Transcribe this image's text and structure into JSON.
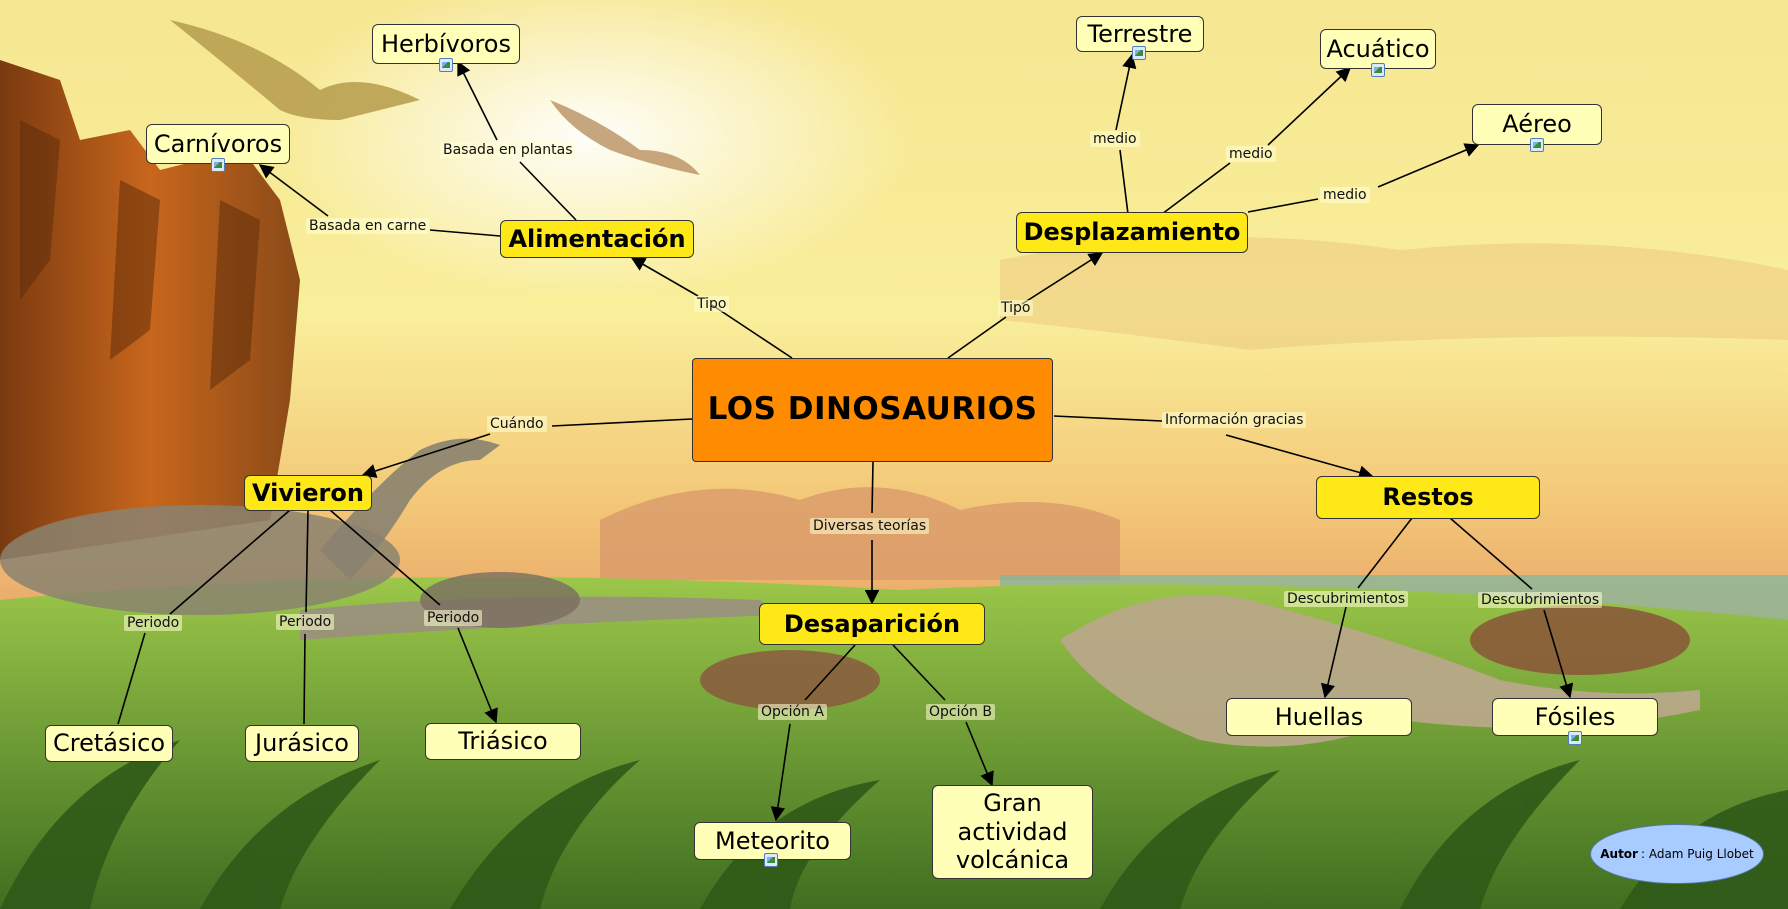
{
  "root": {
    "label": "LOS DINOSAURIOS"
  },
  "concepts": {
    "alimentacion": "Alimentación",
    "desplazamiento": "Desplazamiento",
    "vivieron": "Vivieron",
    "desaparicion": "Desaparición",
    "restos": "Restos"
  },
  "leaves": {
    "herbivoros": "Herbívoros",
    "carnivoros": "Carnívoros",
    "terrestre": "Terrestre",
    "acuatico": "Acuático",
    "aereo": "Aéreo",
    "cretasico": "Cretásico",
    "jurasico": "Jurásico",
    "triasico": "Triásico",
    "meteorito": "Meteorito",
    "volcanica": "Gran actividad volcánica",
    "huellas": "Huellas",
    "fosiles": "Fósiles"
  },
  "link_labels": {
    "tipo_alimentacion": "Tipo",
    "tipo_desplazamiento": "Tipo",
    "cuando": "Cuándo",
    "diversas": "Diversas teorías",
    "informacion": "Información gracias",
    "basada_plantas": "Basada en plantas",
    "basada_carne": "Basada en carne",
    "medio_terrestre": "medio",
    "medio_acuatico": "medio",
    "medio_aereo": "medio",
    "periodo_cretasico": "Periodo",
    "periodo_jurasico": "Periodo",
    "periodo_triasico": "Periodo",
    "opcion_a": "Opción A",
    "opcion_b": "Opción B",
    "descubrimientos_huellas": "Descubrimientos",
    "descubrimientos_fosiles": "Descubrimientos"
  },
  "author": {
    "key": "Autor",
    "name": ": Adam Puig Llobet"
  },
  "colors": {
    "root": "#ff8c00",
    "concept": "#ffe817",
    "leaf": "#ffffb8",
    "author_bubble": "#a8ccff"
  },
  "icons": [
    "image-resource-icon",
    "document-resource-icon"
  ]
}
